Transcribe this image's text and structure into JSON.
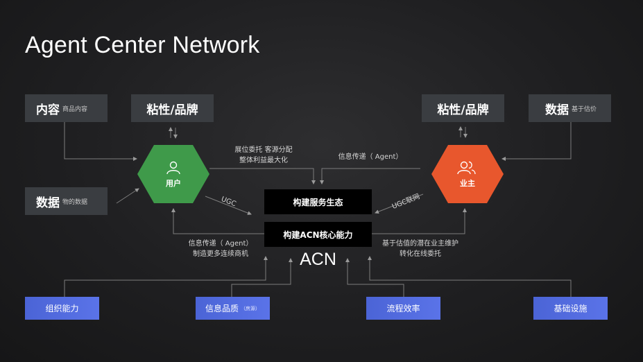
{
  "title": "Agent Center Network",
  "top_left_boxes": {
    "content": {
      "main": "内容",
      "sub": "商品内容"
    },
    "data": {
      "main": "数据",
      "sub": "物的数据"
    }
  },
  "top_right_box": {
    "main": "数据",
    "sub": "基于估价"
  },
  "sticky_left": "粘性/品牌",
  "sticky_right": "粘性/品牌",
  "user_node": {
    "label": "用户",
    "icon": "user-icon",
    "color": "#3f9a4a"
  },
  "owner_node": {
    "label": "业主",
    "icon": "users-icon",
    "color": "#e8572d"
  },
  "annotations": {
    "top_left_1": "展位委托 客源分配",
    "top_left_2": "整体利益最大化",
    "top_right": "信息传递（ Agent）",
    "ugc": "UGC",
    "ugc_net": "UGC联网",
    "bottom_left_1": "信息传递（ Agent）",
    "bottom_left_2": "制造更多连续商机",
    "bottom_right_1": "基于估值的潜在业主维护",
    "bottom_right_2": "转化在线委托"
  },
  "center": {
    "ecology": "构建服务生态",
    "core": "构建ACN核心能力",
    "acn": "ACN"
  },
  "bottom_boxes": {
    "org": {
      "main": "组织能力"
    },
    "info": {
      "main": "信息品质",
      "sub": "（房源）"
    },
    "flow": {
      "main": "流程效率"
    },
    "infra": {
      "main": "基础设施"
    }
  },
  "colors": {
    "accent_blue": "#4b64d6",
    "box_grey": "#3a3d41",
    "line": "#8a8a8a"
  }
}
